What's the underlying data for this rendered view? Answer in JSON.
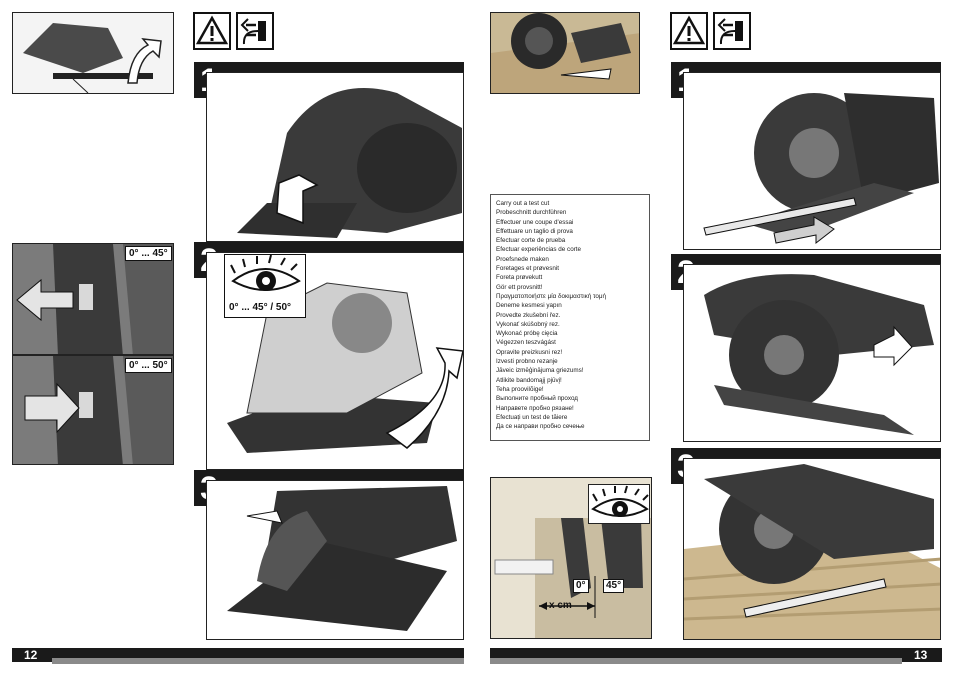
{
  "left_page": {
    "page_number": "12",
    "steps": [
      "1",
      "2",
      "3"
    ],
    "angle_a": "0° ... 45°",
    "angle_b": "0° ... 50°",
    "eye_angle": "0° ... 45° / 50°"
  },
  "right_page": {
    "page_number": "13",
    "steps": [
      "1",
      "2",
      "3"
    ],
    "test_cut_lines": [
      "Carry out a test cut",
      "Probeschnitt durchführen",
      "Effectuer une coupe d'essai",
      "Effettuare un taglio di prova",
      "Efectuar corte de prueba",
      "Efectuar experiências de corte",
      "Proefsnede maken",
      "Foretages et prøvesnit",
      "Foreta prøvekutt",
      "Gör ett provsnitt!",
      "Πραγματοποιήστε μία δοκιμαστική τομή",
      "Deneme kesmesi yapın",
      "Provedte zkušební řez.",
      "Vykonať skúšobný rez.",
      "Wykonać próbę cięcia",
      "Végezzen teszvágást",
      "Opravite preizkusni rez!",
      "Izvesti probno rezanje",
      "Jāveic izmēģinājuma griezums!",
      "Atlikite bandomąjį pjūvį!",
      "Teha proovilõige!",
      "Выполните пробный проход",
      "Направете пробно рязане!",
      "Efectuați un test de tăiere",
      "Да се направи пробно сечење"
    ],
    "label_zero": "0°",
    "label_45": "45°",
    "label_xcm": "x cm"
  },
  "icons": {
    "warning": "warning-triangle-icon",
    "plug": "unplug-icon",
    "eye": "eye-icon"
  }
}
